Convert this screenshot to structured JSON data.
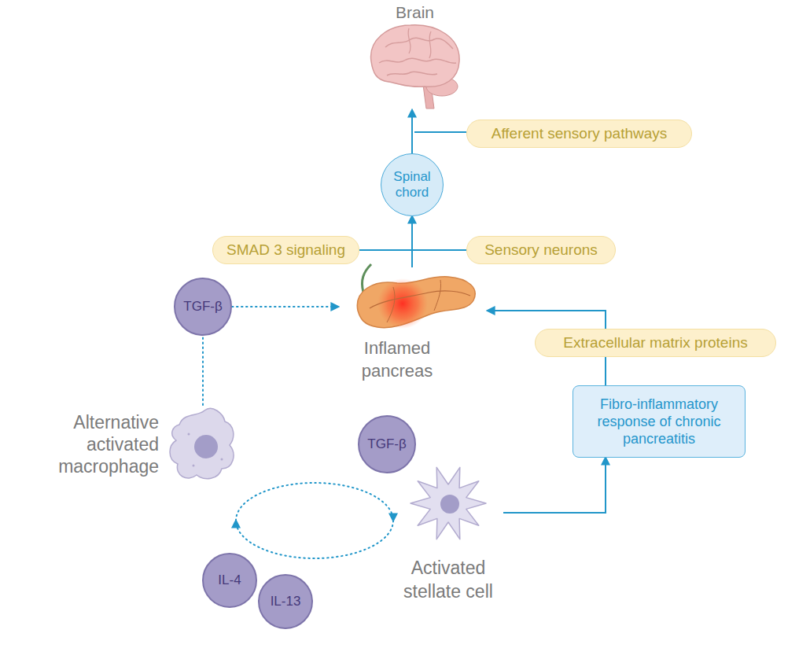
{
  "diagram": {
    "nodes": [
      {
        "text": [
          "Brain"
        ]
      },
      {
        "text": [
          "Afferent sensory pathways"
        ]
      },
      {
        "text": [
          "Spinal chord"
        ]
      },
      {
        "text": [
          "SMAD 3 signaling"
        ]
      },
      {
        "text": [
          "Sensory neurons"
        ]
      },
      {
        "text": [
          "TGF-β"
        ]
      },
      {
        "text": [
          "Inflamed pancreas"
        ]
      },
      {
        "text": [
          "Fibro-inflammatory response of chronic pancreatitis"
        ]
      },
      {
        "text": [
          "Alternative activated macrophage"
        ]
      },
      {
        "text": [
          "TGF-β"
        ]
      },
      {
        "text": [
          "Activated stellate cell"
        ]
      },
      {
        "text": [
          "IL-4"
        ]
      },
      {
        "text": [
          "IL-13"
        ]
      }
    ],
    "edges": [
      {
        "from": 6,
        "to": 2,
        "arrow": "to"
      },
      {
        "from": 2,
        "to": 0,
        "arrow": "to"
      },
      {
        "from": 5,
        "to": 6,
        "arrow": "to"
      },
      {
        "from": 8,
        "to": 5,
        "arrow": "none"
      },
      {
        "from": 8,
        "to": 10,
        "arrow": "to"
      },
      {
        "from": 10,
        "to": 8,
        "arrow": "to"
      },
      {
        "from": 10,
        "to": 7,
        "arrow": "to"
      },
      {
        "from": 7,
        "to": 6,
        "label": "Extracellular matrix proteins",
        "arrow": "to"
      }
    ]
  }
}
